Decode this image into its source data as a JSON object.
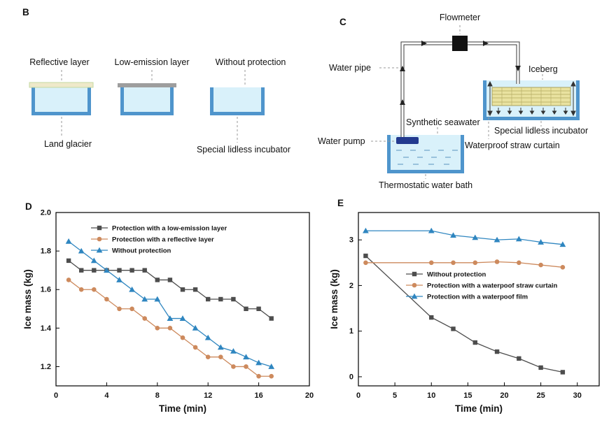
{
  "panels": {
    "b": {
      "tag": "B",
      "top_labels": [
        "Reflective layer",
        "Low-emission layer",
        "Without protection"
      ],
      "land_glacier": "Land glacier",
      "incubator": "Special lidless incubator"
    },
    "c": {
      "tag": "C",
      "flowmeter": "Flowmeter",
      "water_pipe": "Water pipe",
      "iceberg": "Iceberg",
      "synthetic_seawater": "Synthetic seawater",
      "special_lidless_incubator": "Special lidless incubator",
      "water_pump": "Water pump",
      "waterproof_straw_curtain": "Waterproof straw curtain",
      "thermostatic_water_bath": "Thermostatic water bath"
    },
    "d": {
      "tag": "D"
    },
    "e": {
      "tag": "E"
    }
  },
  "colors": {
    "series_dark": "#4d4d4d",
    "series_orange": "#cd8a5d",
    "series_blue": "#2f86c0",
    "incubator_wall": "#4f95cc",
    "incubator_water": "#d9f1fa"
  },
  "chart_data": [
    {
      "type": "line",
      "panel": "D",
      "title": "",
      "xlabel": "Time (min)",
      "ylabel": "Ice mass (kg)",
      "xlim": [
        0,
        20
      ],
      "ylim": [
        1.1,
        2.0
      ],
      "xticks": [
        0,
        4,
        8,
        12,
        16,
        20
      ],
      "xtick_labels": [
        "0",
        "4",
        "8",
        "12",
        "16",
        "20"
      ],
      "yticks": [
        1.2,
        1.4,
        1.6,
        1.8,
        2.0
      ],
      "ytick_labels": [
        "1.2",
        "1.4",
        "1.6",
        "1.8",
        "2.0"
      ],
      "grid": false,
      "legend_position": "inside-top-left",
      "series": [
        {
          "name": "Protection with a low-emission layer",
          "marker": "square",
          "color": "#4d4d4d",
          "x": [
            1,
            2,
            3,
            4,
            5,
            6,
            7,
            8,
            9,
            10,
            11,
            12,
            13,
            14,
            15,
            16,
            17
          ],
          "y": [
            1.75,
            1.7,
            1.7,
            1.7,
            1.7,
            1.7,
            1.7,
            1.65,
            1.65,
            1.6,
            1.6,
            1.55,
            1.55,
            1.55,
            1.5,
            1.5,
            1.45
          ]
        },
        {
          "name": "Protection with a reflective layer",
          "marker": "circle",
          "color": "#cd8a5d",
          "x": [
            1,
            2,
            3,
            4,
            5,
            6,
            7,
            8,
            9,
            10,
            11,
            12,
            13,
            14,
            15,
            16,
            17
          ],
          "y": [
            1.65,
            1.6,
            1.6,
            1.55,
            1.5,
            1.5,
            1.45,
            1.4,
            1.4,
            1.35,
            1.3,
            1.25,
            1.25,
            1.2,
            1.2,
            1.15,
            1.15
          ]
        },
        {
          "name": "Without protection",
          "marker": "triangle",
          "color": "#2f86c0",
          "x": [
            1,
            2,
            3,
            4,
            5,
            6,
            7,
            8,
            9,
            10,
            11,
            12,
            13,
            14,
            15,
            16,
            17
          ],
          "y": [
            1.85,
            1.8,
            1.75,
            1.7,
            1.65,
            1.6,
            1.55,
            1.55,
            1.45,
            1.45,
            1.4,
            1.35,
            1.3,
            1.28,
            1.25,
            1.22,
            1.2
          ]
        }
      ]
    },
    {
      "type": "line",
      "panel": "E",
      "title": "",
      "xlabel": "Time (min)",
      "ylabel": "Ice mass (kg)",
      "xlim": [
        0,
        33
      ],
      "ylim": [
        -0.2,
        3.6
      ],
      "xticks": [
        0,
        5,
        10,
        15,
        20,
        25,
        30
      ],
      "xtick_labels": [
        "0",
        "5",
        "10",
        "15",
        "20",
        "25",
        "30"
      ],
      "yticks": [
        0,
        1,
        2,
        3
      ],
      "ytick_labels": [
        "0",
        "1",
        "2",
        "3"
      ],
      "grid": false,
      "legend_position": "inside-middle-right",
      "series": [
        {
          "name": "Without protection",
          "marker": "square",
          "color": "#4d4d4d",
          "x": [
            1,
            10,
            13,
            16,
            19,
            22,
            25,
            28
          ],
          "y": [
            2.65,
            1.3,
            1.05,
            0.75,
            0.55,
            0.4,
            0.2,
            0.1
          ]
        },
        {
          "name": "Protection with a waterpoof straw curtain",
          "marker": "circle",
          "color": "#cd8a5d",
          "x": [
            1,
            10,
            13,
            16,
            19,
            22,
            25,
            28
          ],
          "y": [
            2.5,
            2.5,
            2.5,
            2.5,
            2.52,
            2.5,
            2.45,
            2.4
          ]
        },
        {
          "name": "Protection with a waterpoof film",
          "marker": "triangle",
          "color": "#2f86c0",
          "x": [
            1,
            10,
            13,
            16,
            19,
            22,
            25,
            28
          ],
          "y": [
            3.2,
            3.2,
            3.1,
            3.05,
            3.0,
            3.02,
            2.95,
            2.9
          ]
        }
      ]
    }
  ]
}
